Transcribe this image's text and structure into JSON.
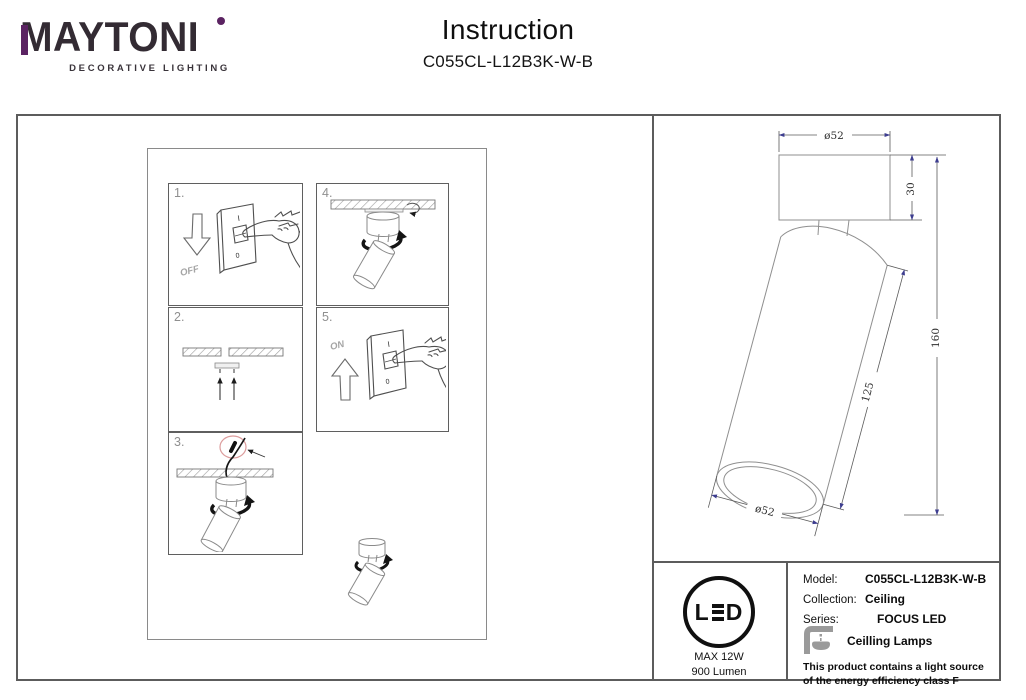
{
  "header": {
    "brand": "MAYTONI",
    "tagline": "DECORATIVE LIGHTING",
    "title": "Instruction",
    "model": "C055CL-L12B3K-W-B"
  },
  "colors": {
    "brand_accent_purple": "#5b2362",
    "brand_text": "#332b33",
    "sheet_line": "#5c5c5c",
    "drawing_line": "#8f8f8f",
    "dimension_arrow": "#3d3d8f",
    "highlight_circle": "#dc9c9c",
    "icon_gray": "#9a9a9a"
  },
  "instructions": {
    "steps": [
      {
        "number": "1.",
        "arrow_label": "OFF",
        "switch_top": "I",
        "switch_bottom": "0"
      },
      {
        "number": "2."
      },
      {
        "number": "3."
      },
      {
        "number": "4."
      },
      {
        "number": "5.",
        "arrow_label": "ON",
        "switch_top": "I",
        "switch_bottom": "0"
      }
    ]
  },
  "technical_drawing": {
    "dimensions": {
      "canopy_diameter": "ø52",
      "canopy_height": "30",
      "total_height": "160",
      "body_length": "125",
      "body_diameter": "ø52"
    }
  },
  "info_panel": {
    "led_letters": [
      "L",
      "E",
      "D"
    ],
    "max_power": "MAX 12W",
    "luminous_flux": "900 Lumen",
    "rows": [
      {
        "label": "Model:",
        "value": "C055CL-L12B3K-W-B"
      },
      {
        "label": "Collection:",
        "value": "Ceiling"
      },
      {
        "label": "Series:",
        "value": "FOCUS LED"
      },
      {
        "label": "",
        "value": "Ceilling Lamps"
      }
    ],
    "energy_note": "This product contains a light source of the energy efficiency class F"
  }
}
